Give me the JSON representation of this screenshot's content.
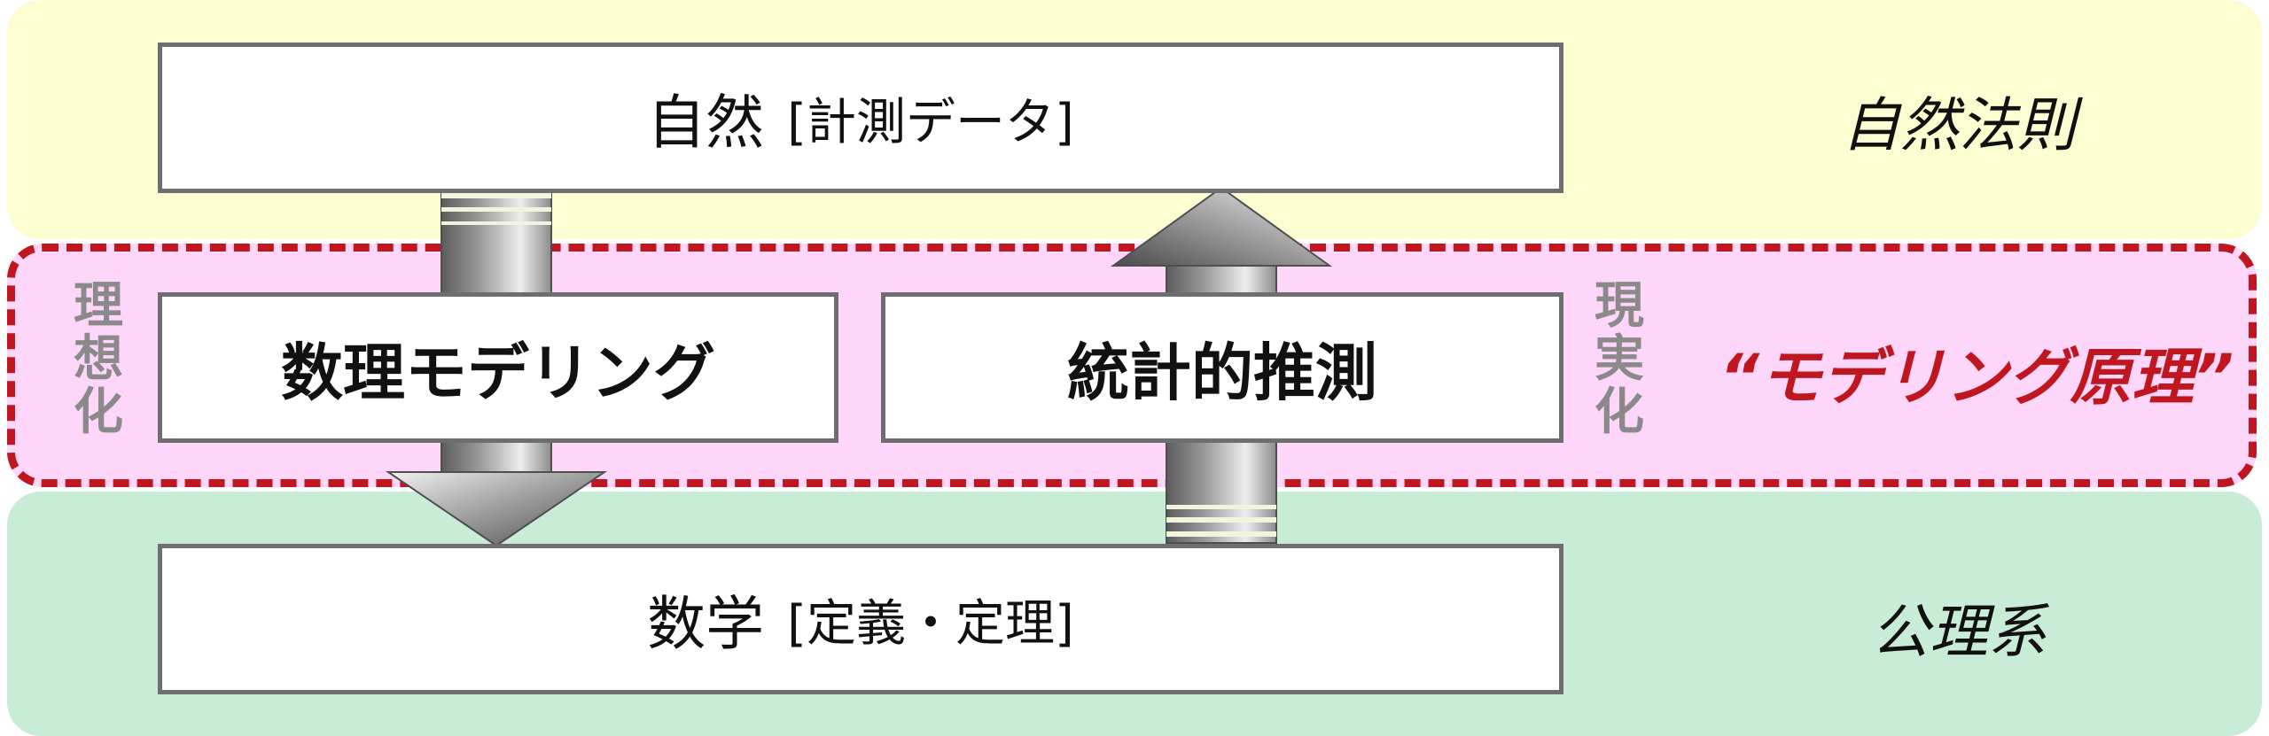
{
  "nature_box": {
    "main": "自然",
    "sub": "[計測データ]"
  },
  "math_box": {
    "main": "数学",
    "sub": "[定義・定理]"
  },
  "modeling_box": {
    "label": "数理モデリング"
  },
  "inference_box": {
    "label": "統計的推測"
  },
  "left_vertical_label": [
    "理",
    "想",
    "化"
  ],
  "right_vertical_label": [
    "現",
    "実",
    "化"
  ],
  "right_labels": {
    "natural_law": "自然法則",
    "modeling_principle": "“モデリング原理”",
    "axiom_system": "公理系"
  },
  "colors": {
    "top_band": "#fdfdd2",
    "middle_band": "#fdd6fa",
    "bottom_band": "#c8ecd6",
    "dashed_border": "#c01620",
    "principle_text": "#c01620",
    "vertical_label": "#8a8a8a"
  },
  "icons": {
    "down_arrow": "down-arrow-icon",
    "up_arrow": "up-arrow-icon"
  }
}
